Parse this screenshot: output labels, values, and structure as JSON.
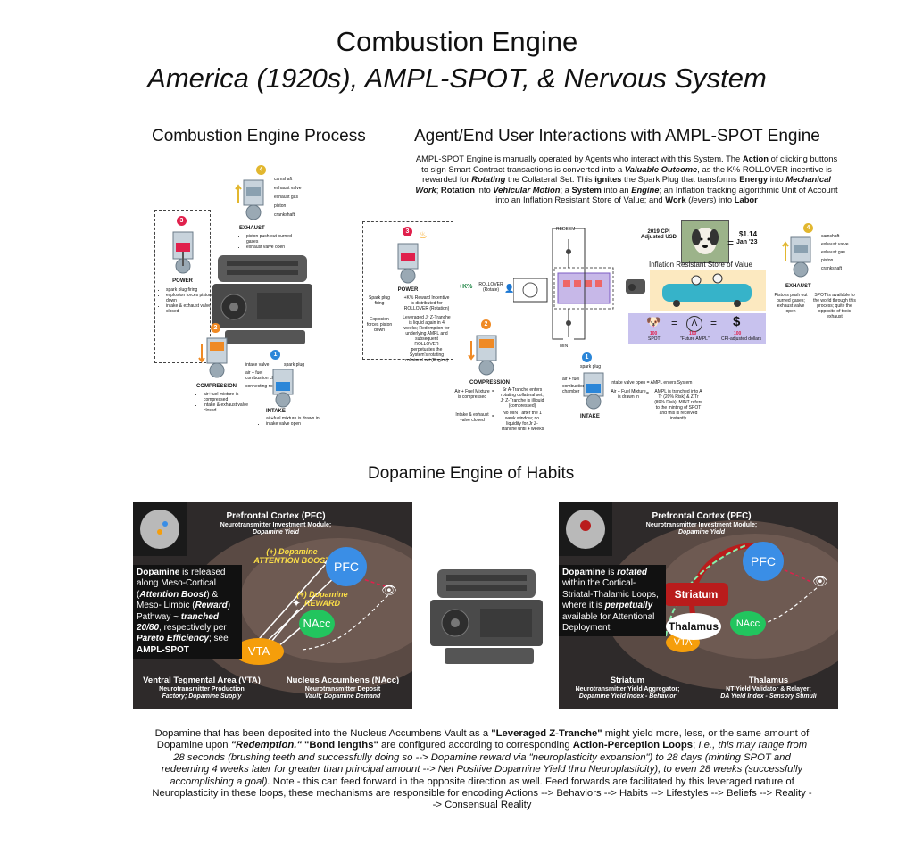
{
  "header": {
    "title": "Combustion Engine",
    "subtitle": "America (1920s), AMPL-SPOT, & Nervous System"
  },
  "left_panel": {
    "heading": "Combustion Engine Process",
    "power": {
      "num": "3",
      "title": "POWER",
      "notes": [
        "spark plug firing",
        "explosion forces piston down",
        "intake & exhaust valve closed"
      ]
    },
    "exhaust": {
      "num": "4",
      "title": "EXHAUST",
      "labels": [
        "camshaft",
        "exhaust valve",
        "exhaust gas",
        "piston",
        "crankshaft"
      ],
      "notes": [
        "piston push out burned gases",
        "exhaust valve open"
      ]
    },
    "compression": {
      "num": "2",
      "title": "COMPRESSION",
      "notes": [
        "air+fuel mixture is compressed",
        "intake & exhaust valve closed"
      ]
    },
    "intake": {
      "num": "1",
      "title": "INTAKE",
      "labels": [
        "intake valve",
        "spark plug",
        "air + fuel",
        "combustion chamber",
        "connecting rod"
      ],
      "notes": [
        "air+fuel mixture is drawn in",
        "intake valve open"
      ]
    }
  },
  "right_panel": {
    "heading": "Agent/End User Interactions with AMPL-SPOT Engine",
    "intro_parts": [
      "AMPL-SPOT Engine is manually operated by Agents who interact with this System. The ",
      "Action",
      " of clicking buttons to sign Smart Contract transactions is converted into a ",
      "Valuable Outcome",
      ", as the K% ROLLOVER incentive is rewarded for ",
      "Rotating",
      " the Collateral Set. This ",
      "ignites",
      " the Spark Plug that transforms ",
      "Energy",
      " into ",
      "Mechanical Work",
      "; ",
      "Rotation",
      " into ",
      "Vehicular Motion",
      "; a ",
      "System",
      " into an ",
      "Engine",
      "; an Inflation tracking algorithmic Unit of Account into an Inflation Resistant Store of Value; and ",
      "Work",
      " (",
      "levers",
      ") into ",
      "Labor"
    ],
    "power": {
      "num": "3",
      "title": "POWER",
      "spark_label": "Spark plug firing",
      "spark_note": "+K% Reward Incentive is distributed for ROLLOVER (Rotation)",
      "explosion_label": "Explosion forces piston down",
      "explosion_note": "Leveraged Jr Z-Tranche is liquid again in 4 weeks; Redemption for underlying AMPL and subsequent ROLLOVER perpetuates the System's rotating collateral set (Engine)"
    },
    "k_label": "+K%",
    "rollover": "ROLLOVER (Rotate)",
    "redeem": "REDEEM",
    "mint": "MINT",
    "cpi": {
      "label": "2019 CPI Adjusted USD",
      "value": "$1.14",
      "date": "Jan '23"
    },
    "store_title": "Inflation Resistant Store of Value",
    "equation": {
      "a": "SPOT",
      "b": "\"Future AMPL\"",
      "c": "CPI-adjusted dollars",
      "n1": "100",
      "n2": "100",
      "n3": "100"
    },
    "exhaust": {
      "num": "4",
      "title": "EXHAUST",
      "labels": [
        "camshaft",
        "exhaust valve",
        "exhaust gas",
        "piston",
        "crankshaft"
      ],
      "left_note": "Pistons push out burned gases; exhaust valve open",
      "right_note": "SPOT is available to the world through this process; quite the opposite of toxic exhaust"
    },
    "compression": {
      "num": "2",
      "title": "COMPRESSION",
      "l1": "Air + Fuel Mixture is compressed",
      "r1": "Sr A-Tranche enters rotating collateral set; Jr Z-Tranche is illiquid (compressed)",
      "l2": "Intake & exhaust valve closed",
      "r2": "No MINT after the 1 week window; no liquidity for Jr Z-Tranche until 4 weeks"
    },
    "intake": {
      "num": "1",
      "title": "INTAKE",
      "labels": [
        "spark plug",
        "air + fuel",
        "combustion chamber"
      ],
      "r0": "Intake valve open = AMPL enters System",
      "l1": "Air + Fuel Mixture is drawn in",
      "r1": "AMPL is tranched into A Tr (20% Risk) & Z Tr (80% Risk); MINT refers to the minting of SPOT and this is received instantly"
    }
  },
  "dopamine": {
    "heading": "Dopamine Engine of Habits",
    "left": {
      "pfc_title": "Prefrontal Cortex (PFC)",
      "pfc_sub": "Neurotransmitter Investment Module;",
      "pfc_sub2": "Dopamine Yield",
      "boost1": "(+) Dopamine",
      "boost2": "ATTENTION BOOST",
      "reward1": "(+) Dopamine",
      "reward2": "REWARD",
      "pfc": "PFC",
      "nacc": "NAcc",
      "vta": "VTA",
      "desc_parts": [
        "Dopamine",
        " is released along Meso-Cortical (",
        "Attention Boost",
        ") & Meso- Limbic (",
        "Reward",
        ") Pathway ~ ",
        "tranched 20/80",
        ", respectively per ",
        "Pareto Efficiency",
        "; see ",
        "AMPL-SPOT"
      ],
      "vta_title": "Ventral Tegmental Area (VTA)",
      "vta_sub": "Neurotransmitter Production",
      "vta_sub2": "Factory; Dopamine Supply",
      "nacc_title": "Nucleus Accumbens (NAcc)",
      "nacc_sub": "Neurotransmitter Deposit",
      "nacc_sub2": "Vault; Dopamine Demand"
    },
    "right": {
      "pfc_title": "Prefrontal Cortex (PFC)",
      "pfc_sub": "Neurotransmitter Investment Module;",
      "pfc_sub2": "Dopamine Yield",
      "pfc": "PFC",
      "striatum": "Striatum",
      "thalamus": "Thalamus",
      "nacc": "NAcc",
      "vta": "VTA",
      "desc_parts": [
        "Dopamine",
        " is ",
        "rotated",
        " within the Cortical-Striatal-Thalamic Loops, where it is ",
        "perpetually",
        " available for Attentional Deployment"
      ],
      "str_title": "Striatum",
      "str_sub": "Neurotransmitter Yield Aggregator;",
      "str_sub2": "Dopamine Yield Index - Behavior",
      "thal_title": "Thalamus",
      "thal_sub": "NT Yield Validator & Relayer;",
      "thal_sub2": "DA Yield Index - Sensory Stimuli"
    }
  },
  "footer_parts": [
    "Dopamine that has been deposited into the Nucleus Accumbens Vault as a ",
    "\"Leveraged Z-Tranche\"",
    " might yield more, less, or the same amount of Dopamine upon ",
    "\"Redemption.\"",
    " ",
    "\"Bond lengths\"",
    " are configured according to corresponding ",
    "Action-Perception Loops",
    "; ",
    "I.e., this may range from 28 seconds (brushing teeth and successfully doing so --> Dopamine reward via \"neuroplasticity expansion\") to 28 days (minting SPOT and redeeming 4 weeks later for greater than principal amount --> Net Positive Dopamine Yield thru Neuroplasticity), to even 28 weeks (successfully accomplishing a goal).",
    " Note - this can feed forward in the opposite direction as well. Feed forwards are facilitated by this leveraged nature of Neuroplasticity in these loops, these mechanisms are responsible for encoding Actions --> Behaviors --> Habits --> Lifestyles --> Beliefs --> Reality --> Consensual Reality"
  ],
  "colors": {
    "intake": "#2b86d8",
    "compression": "#ef8a25",
    "power": "#e0204c",
    "exhaust": "#e2b72f",
    "pfc": "#3a8ee6",
    "nacc": "#22c55e",
    "vta": "#f59e0b",
    "thalamus": "#ffffff",
    "striatum": "#b91c1c"
  }
}
